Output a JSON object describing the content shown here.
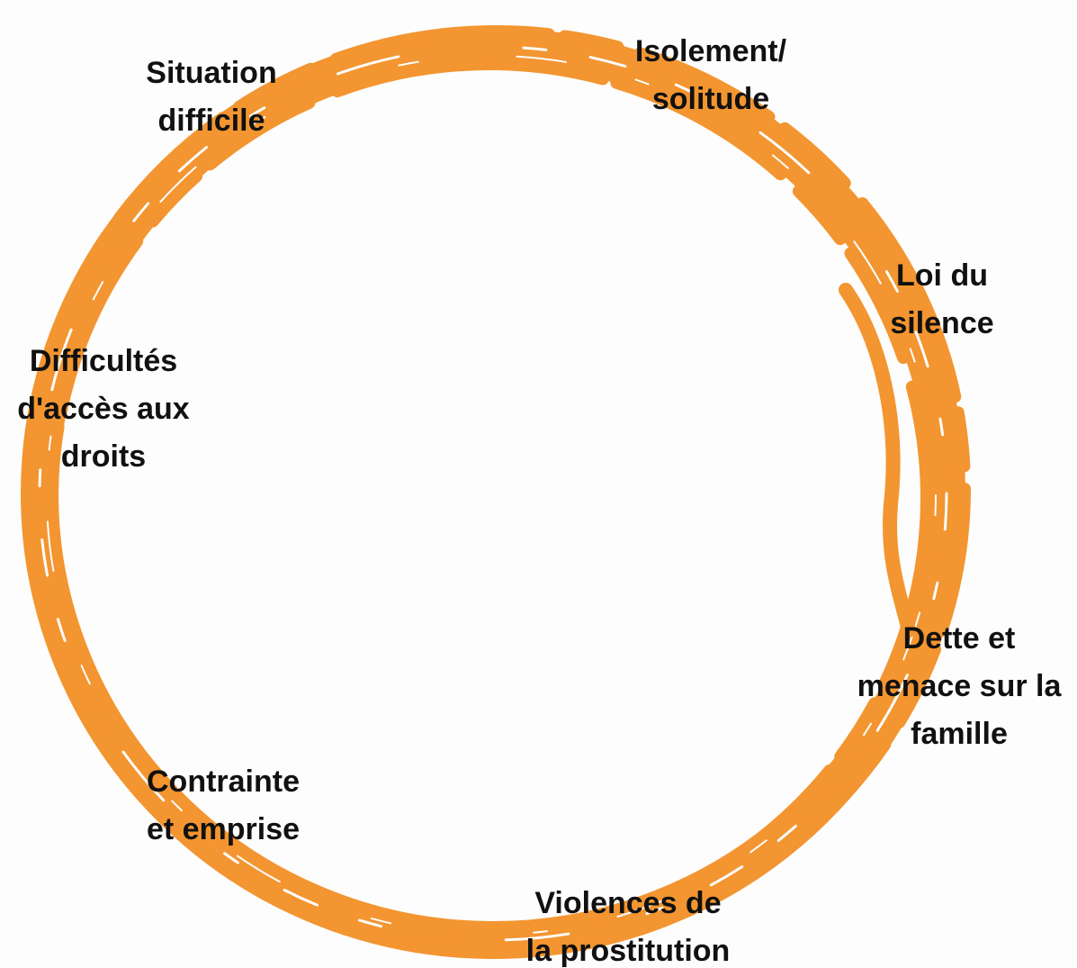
{
  "diagram": {
    "type": "cycle",
    "ring_color": "#f39530",
    "text_color": "#111111",
    "stages": [
      {
        "id": "situation",
        "lines": [
          "Situation",
          "difficile"
        ]
      },
      {
        "id": "isolement",
        "lines": [
          "Isolement/",
          "solitude"
        ]
      },
      {
        "id": "loi",
        "lines": [
          "Loi du",
          "silence"
        ]
      },
      {
        "id": "dette",
        "lines": [
          "Dette et",
          "menace sur la",
          "famille"
        ]
      },
      {
        "id": "violences",
        "lines": [
          "Violences de",
          "la prostitution"
        ]
      },
      {
        "id": "contrainte",
        "lines": [
          "Contrainte",
          "et emprise"
        ]
      },
      {
        "id": "difficultes",
        "lines": [
          "Difficultés",
          "d'accès aux",
          "droits"
        ]
      }
    ]
  }
}
